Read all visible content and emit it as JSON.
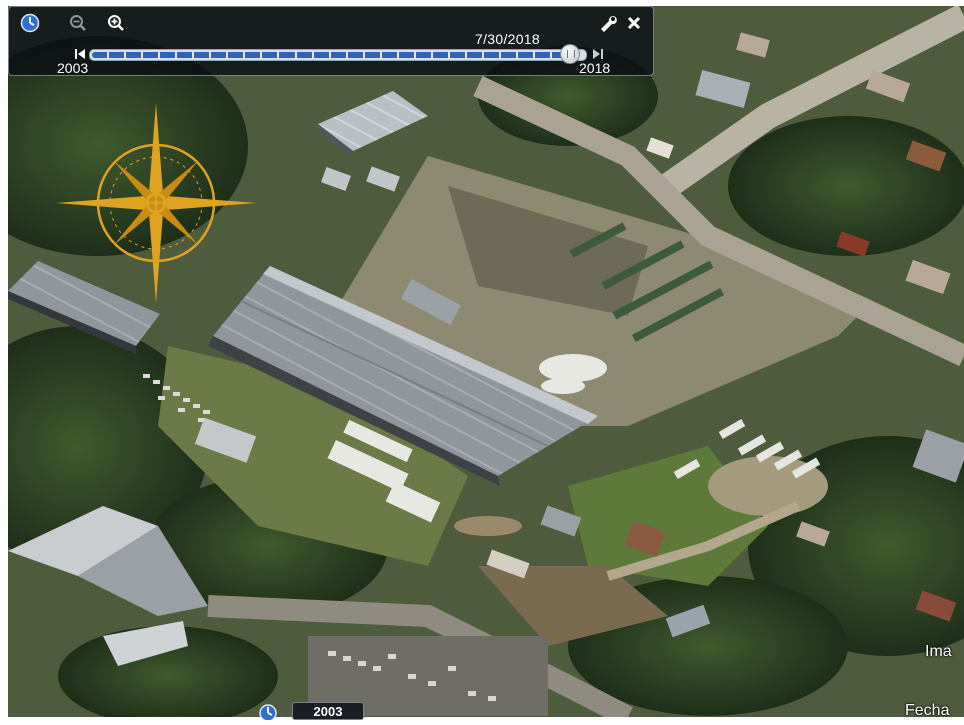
{
  "history": {
    "date": "7/30/2018",
    "start_year": "2003",
    "end_year": "2018",
    "position": 0.97
  },
  "toolbar": {
    "icons": [
      "clock-icon",
      "zoom-out-icon",
      "zoom-in-icon",
      "wrench-icon",
      "close-icon"
    ]
  },
  "status": {
    "year": "2003",
    "imagery_text": "Ima",
    "date_text": "Fecha"
  },
  "colors": {
    "compass": "#e0a31f",
    "slider_fill": "#2a66b8",
    "panel_bg": "#0a0e14"
  }
}
